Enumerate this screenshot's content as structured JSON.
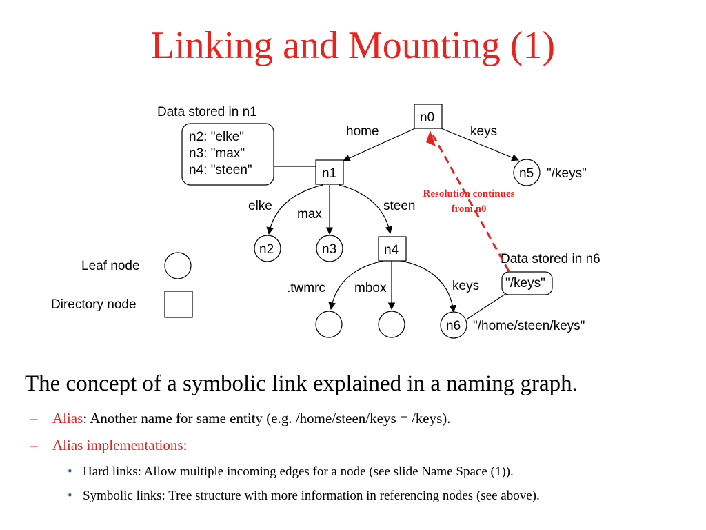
{
  "slide": {
    "title": "Linking and Mounting (1)",
    "caption": "The concept of a symbolic link explained in a naming graph.",
    "points": [
      {
        "term": "Alias",
        "text": ": Another name for same entity (e.g. /home/steen/keys = /keys)."
      },
      {
        "term": "Alias implementations",
        "text": ":"
      }
    ],
    "bullets": [
      "Hard links: Allow multiple incoming edges for a node (see slide Name Space (1)).",
      "Symbolic links: Tree structure with more information in referencing nodes (see above)."
    ]
  },
  "diagram": {
    "nodes": {
      "n0": "n0",
      "n1": "n1",
      "n2": "n2",
      "n3": "n3",
      "n4": "n4",
      "n5": "n5",
      "n6": "n6"
    },
    "edges": {
      "home": "home",
      "keys_top": "keys",
      "elke": "elke",
      "max": "max",
      "steen": "steen",
      "twmrc": ".twmrc",
      "mbox": "mbox",
      "keys_n4": "keys"
    },
    "n1_data": {
      "title": "Data stored in n1",
      "lines": [
        "n2: \"elke\"",
        "n3: \"max\"",
        "n4: \"steen\""
      ]
    },
    "n6_data": {
      "title": "Data stored in n6",
      "value": "\"/keys\""
    },
    "n5_value": "\"/keys\"",
    "n6_value": "\"/home/steen/keys\"",
    "resolution_note": [
      "Resolution continues",
      "from n0"
    ],
    "legend": {
      "leaf": "Leaf node",
      "directory": "Directory node"
    },
    "colors": {
      "accent": "#e8231e",
      "bullet": "#1f5ac8"
    }
  }
}
